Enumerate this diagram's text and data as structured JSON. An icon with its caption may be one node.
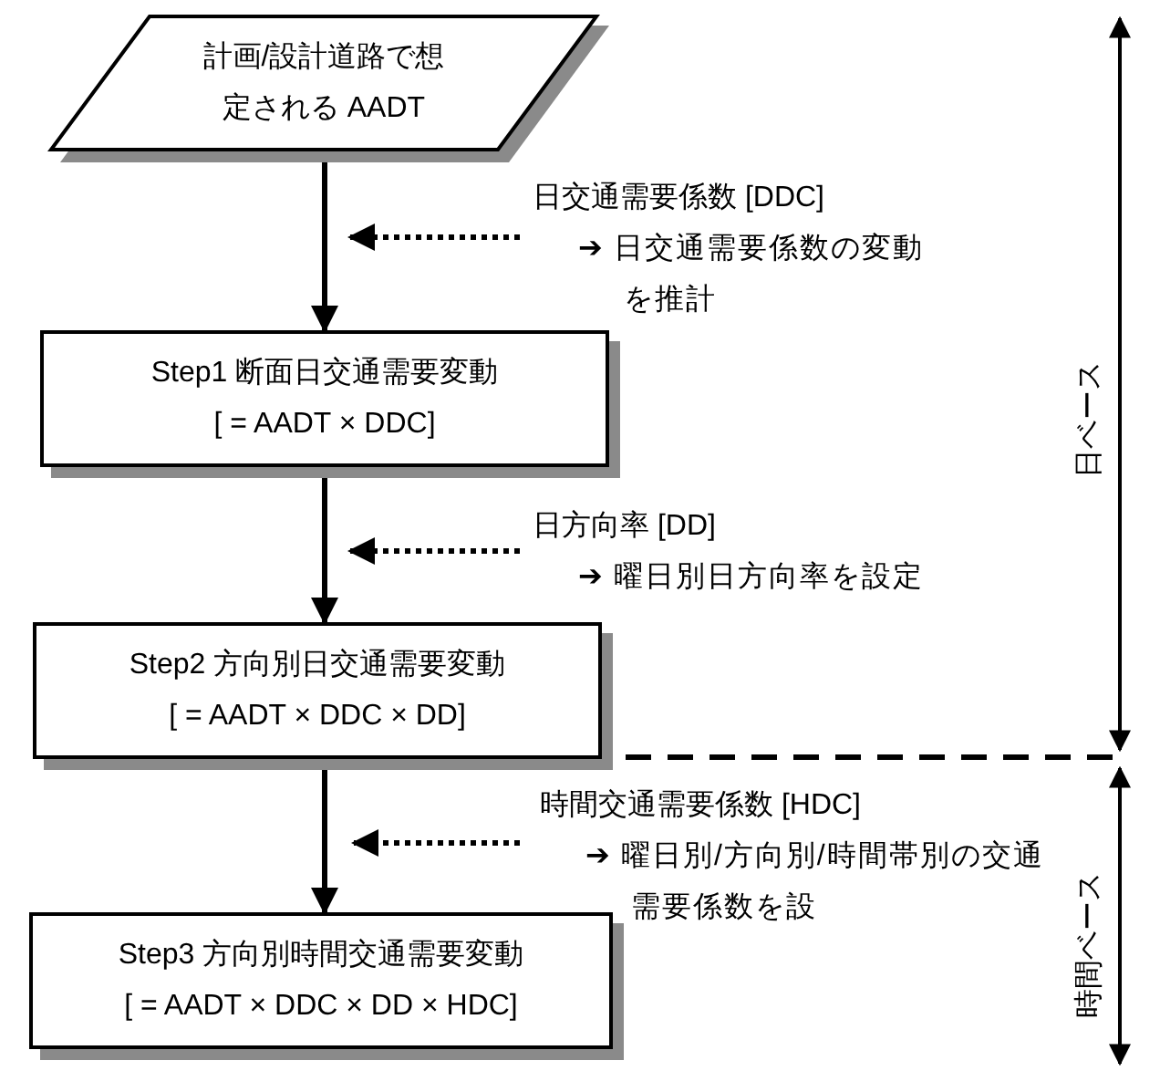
{
  "diagram": {
    "nodes": [
      {
        "text": [
          "計画/設計道路で想定される AADT"
        ]
      },
      {
        "text": [
          "Step1 断面日交通需要変動",
          "[ = AADT × DDC]"
        ]
      },
      {
        "text": [
          "Step2 方向別日交通需要変動",
          "[ = AADT × DDC × DD]"
        ]
      },
      {
        "text": [
          "Step3 方向別時間交通需要変動",
          "[ = AADT × DDC × DD × HDC]"
        ]
      },
      {
        "text": [
          "日交通需要係数 [DDC]",
          "➔ 日交通需要係数の変動を推計"
        ]
      },
      {
        "text": [
          "日方向率 [DD]",
          "➔ 曜日別日方向率を設定"
        ]
      },
      {
        "text": [
          "時間交通需要係数 [HDC]",
          "➔ 曜日別/方向別/時間帯別の交通需要係数を設"
        ]
      }
    ],
    "edges": [
      {
        "from": 0,
        "to": 1,
        "arrow": "to"
      },
      {
        "from": 1,
        "to": 2,
        "arrow": "to"
      },
      {
        "from": 2,
        "to": 3,
        "arrow": "to"
      },
      {
        "from": 4,
        "to": null,
        "arrow": "to",
        "style": "dashed"
      },
      {
        "from": 5,
        "to": null,
        "arrow": "to",
        "style": "dashed"
      },
      {
        "from": 6,
        "to": null,
        "arrow": "to",
        "style": "dashed"
      }
    ],
    "labels": [
      "日ベース",
      "時間ベース"
    ]
  }
}
